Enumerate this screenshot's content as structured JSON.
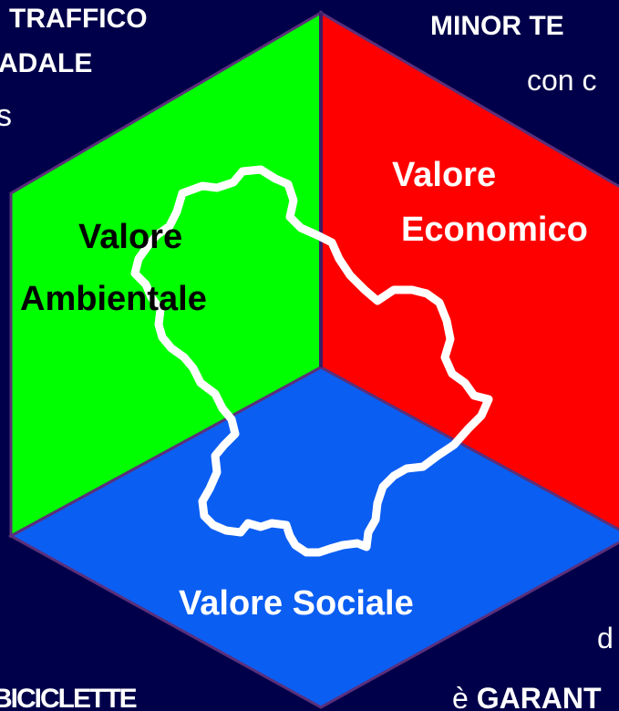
{
  "colors": {
    "background": "#00004a",
    "face_left": "#00ff00",
    "face_right": "#ff0000",
    "face_bottom": "#0b5ef2",
    "edge": "#5b2f7a",
    "outline": "#ffffff"
  },
  "faces": {
    "ambientale": {
      "line1": "Valore",
      "line2": "Ambientale"
    },
    "economico": {
      "line1": "Valore",
      "line2": "Economico"
    },
    "sociale": {
      "label": "Valore Sociale"
    }
  },
  "edge_texts": {
    "top_left_1": "TRAFFICO",
    "top_left_2": "ADALE",
    "top_left_3": "s",
    "top_right_1": "MINOR TE",
    "top_right_2": "con c",
    "bottom_left": "BICICLETTE",
    "bottom_right_1": "d",
    "bottom_right_2_prefix": "è ",
    "bottom_right_2_bold": "GARANT"
  }
}
